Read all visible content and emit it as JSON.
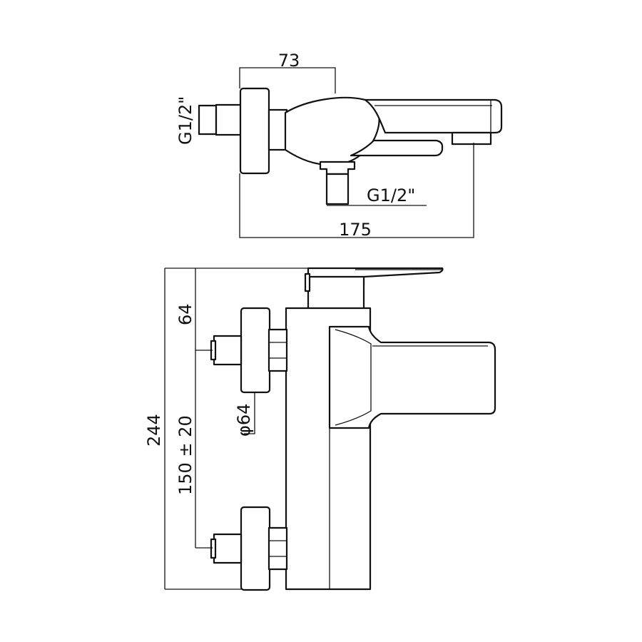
{
  "colors": {
    "line": "#111111",
    "background": "#ffffff"
  },
  "top_view": {
    "width_73": "73",
    "thread_left": "G1/2\"",
    "thread_bottom": "G1/2\"",
    "width_175": "175"
  },
  "front_view": {
    "height_244": "244",
    "offset_64": "64",
    "centers": "150 ± 20",
    "diameter": "φ64"
  }
}
